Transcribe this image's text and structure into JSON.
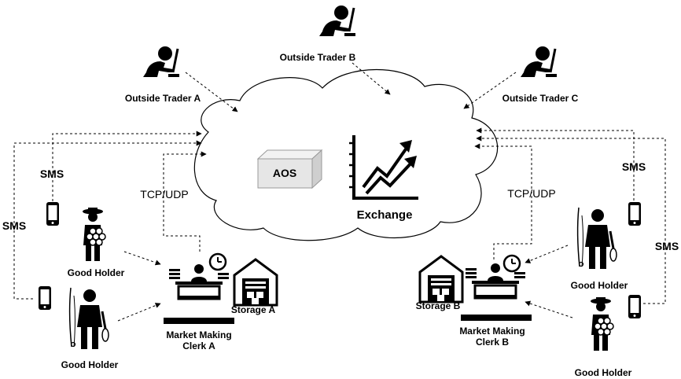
{
  "labels": {
    "outside_trader_a": "Outside Trader A",
    "outside_trader_b": "Outside Trader B",
    "outside_trader_c": "Outside Trader C",
    "aos": "AOS",
    "exchange": "Exchange",
    "tcp_udp_left": "TCP/UDP",
    "tcp_udp_right": "TCP/UDP",
    "sms_left_inner": "SMS",
    "sms_left_outer": "SMS",
    "sms_right_inner": "SMS",
    "sms_right_outer": "SMS",
    "good_holder_left_top": "Good Holder",
    "good_holder_left_bottom": "Good Holder",
    "good_holder_right_top": "Good Holder",
    "good_holder_right_bottom": "Good Holder",
    "storage_a": "Storage A",
    "storage_b": "Storage B",
    "clerk_a_line1": "Market Making",
    "clerk_a_line2": "Clerk A",
    "clerk_b_line1": "Market Making",
    "clerk_b_line2": "Clerk B"
  },
  "icons": [
    "trader-icon",
    "aos-box-icon",
    "exchange-chart-icon",
    "clock-icon",
    "warehouse-icon",
    "clerk-desk-icon",
    "phone-icon",
    "farmer-icon",
    "fisherman-icon"
  ],
  "colors": {
    "stroke": "#000000",
    "cloud_fill": "#ffffff",
    "aos_box": "#e6e6e6"
  }
}
